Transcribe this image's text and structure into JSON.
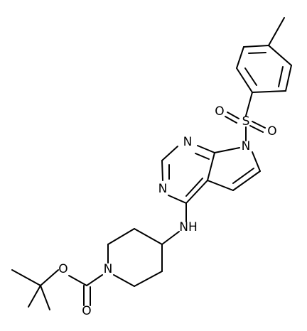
{
  "molecule": {
    "atoms": {
      "S": "S",
      "O1": "O",
      "O2": "O",
      "N7": "N",
      "N1": "N",
      "N3": "N",
      "NH": "NH",
      "Npip": "N",
      "Oester": "O",
      "Ocarb": "O"
    }
  }
}
